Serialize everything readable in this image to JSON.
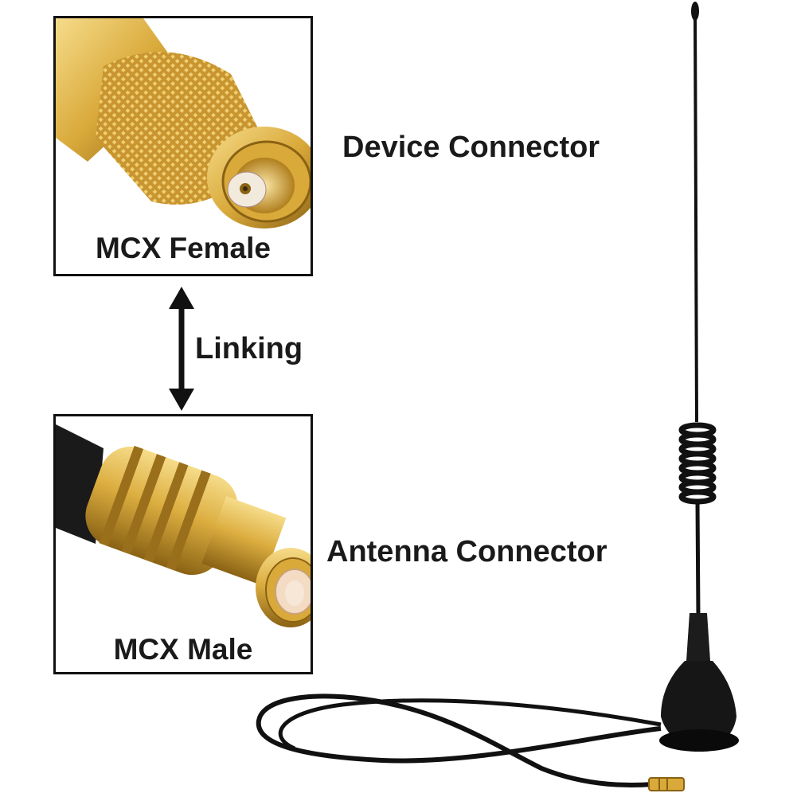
{
  "panels": {
    "female": {
      "label": "MCX Female"
    },
    "male": {
      "label": "MCX Male"
    }
  },
  "labels": {
    "device": "Device Connector",
    "antenna": "Antenna Connector",
    "linking": "Linking"
  },
  "colors": {
    "gold": "#d9a93a",
    "gold_dark": "#8a6214",
    "gold_light": "#f6dc8a",
    "antenna_black": "#111111",
    "border": "#111111"
  }
}
